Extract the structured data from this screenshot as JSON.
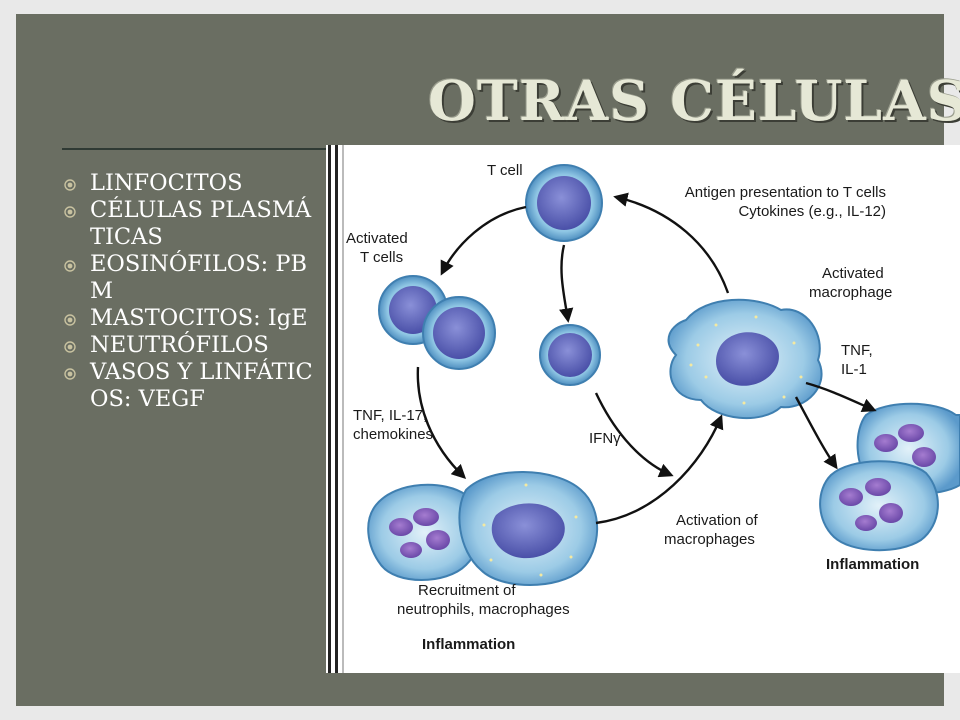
{
  "title": "OTRAS CÉLULAS",
  "bullets": [
    "LINFOCITOS",
    "CÉLULAS PLASMÁTICAS",
    "EOSINÓFILOS: PBM",
    "MASTOCITOS: IgE",
    "NEUTRÓFILOS",
    "VASOS Y LINFÁTICOS: VEGF"
  ],
  "figure": {
    "t_cell": "T cell",
    "antigen_line1": "Antigen presentation to T cells",
    "antigen_line2": "Cytokines (e.g., IL-12)",
    "activated_t_line1": "Activated",
    "activated_t_line2": "T cells",
    "activated_mac_line1": "Activated",
    "activated_mac_line2": "macrophage",
    "tnf_il1_line1": "TNF,",
    "tnf_il1_line2": "IL-1",
    "tnf_il17_line1": "TNF, IL-17,",
    "tnf_il17_line2": "chemokines",
    "ifn": "IFNγ",
    "activation_line1": "Activation of",
    "activation_line2": "macrophages",
    "recruit_line1": "Recruitment of",
    "recruit_line2": "neutrophils, macrophages",
    "inflammation_bottom": "Inflammation",
    "inflammation_right": "Inflammation"
  },
  "colors": {
    "background": "#6a6e62",
    "title": "#e6e8d6",
    "bullet_text": "#ffffff",
    "cell_body": "#8fc6e4",
    "nucleus": "#5058b0"
  }
}
